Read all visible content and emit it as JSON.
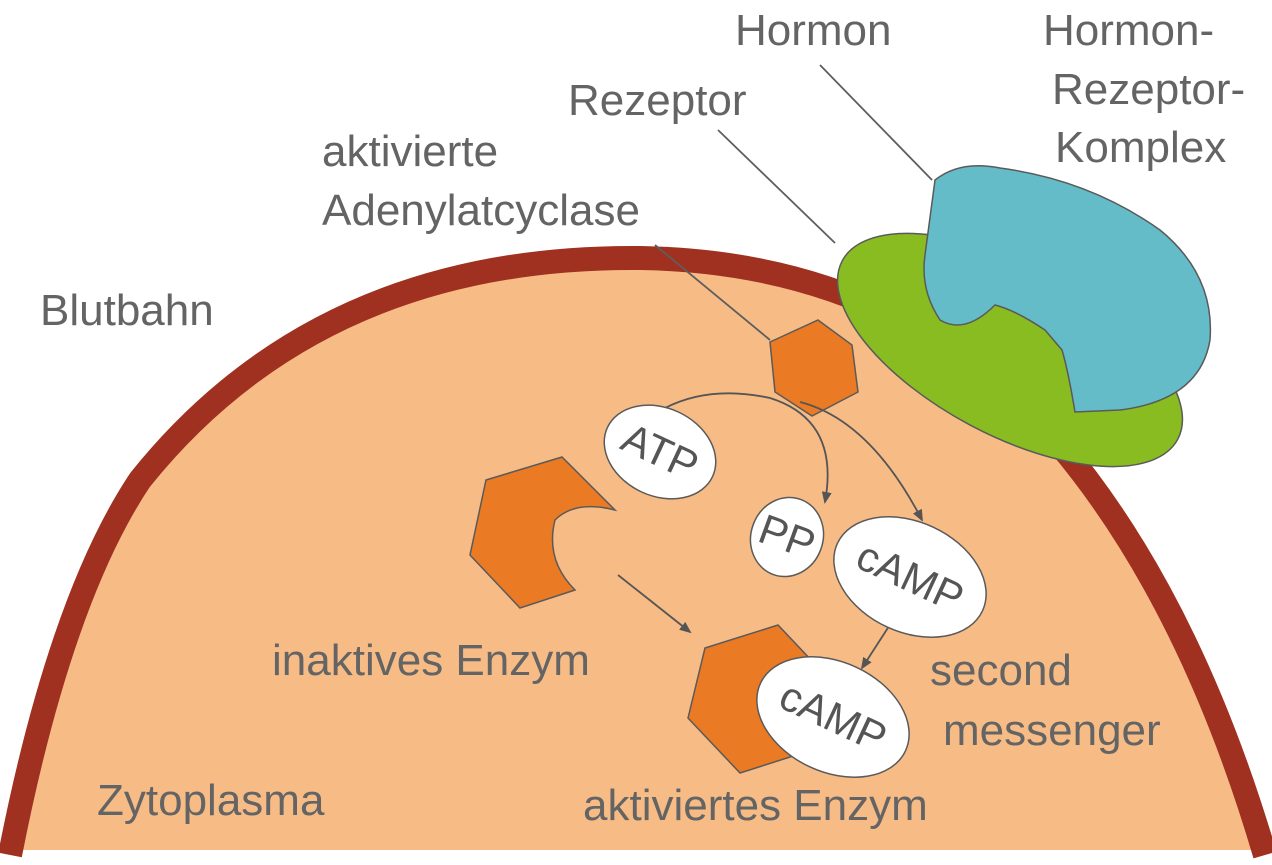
{
  "labels": {
    "blood": "Blutbahn",
    "cytoplasm": "Zytoplasma",
    "hormone": "Hormon",
    "receptor": "Rezeptor",
    "complex_line1": "Hormon-",
    "complex_line2": "Rezeptor-",
    "complex_line3": "Komplex",
    "adenylate_line1": "aktivierte",
    "adenylate_line2": "Adenylatcyclase",
    "inactive_enzyme": "inaktives Enzym",
    "active_enzyme": "aktiviertes Enzym",
    "messenger_line1": "second",
    "messenger_line2": "messenger"
  },
  "molecules": {
    "atp": "ATP",
    "pp": "PP",
    "camp": "cAMP",
    "camp_bound": "cAMP"
  },
  "colors": {
    "membrane": "#A0301F",
    "cytoplasm": "#F7BC86",
    "enzyme": "#EA7A24",
    "receptor": "#88BC20",
    "hormone": "#63BCC8",
    "text": "#646464",
    "outline": "#5a5a5a"
  }
}
